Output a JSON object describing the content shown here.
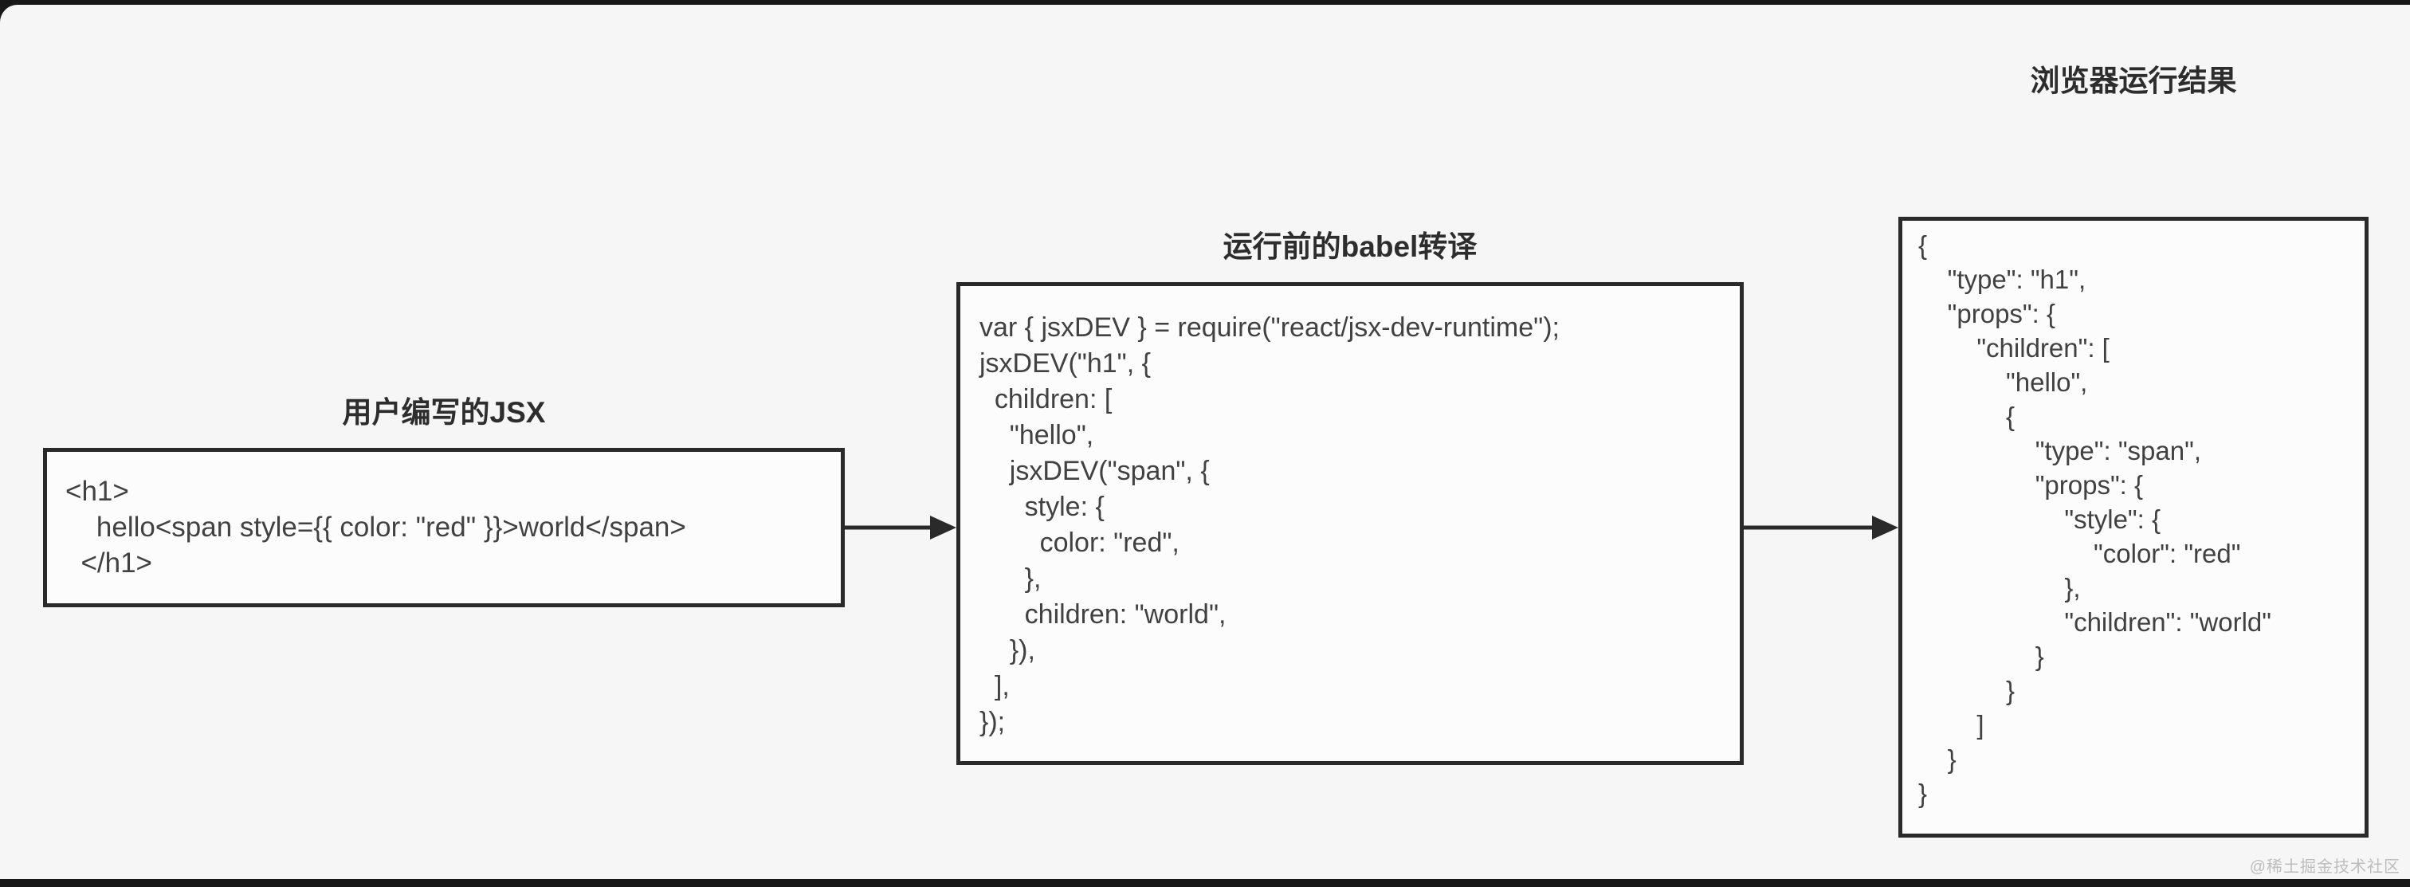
{
  "page": {
    "background_color": "#f6f6f6",
    "frame_bar_color": "#181818",
    "border_color": "#2a2a2a",
    "code_text_color": "#414141",
    "watermark": "@稀土掘金技术社区"
  },
  "panels": {
    "jsx": {
      "title": "用户编写的JSX",
      "code": "<h1>\n    hello<span style={{ color: \"red\" }}>world</span>\n  </h1>"
    },
    "babel": {
      "title": "运行前的babel转译",
      "code": "var { jsxDEV } = require(\"react/jsx-dev-runtime\");\njsxDEV(\"h1\", {\n  children: [\n    \"hello\",\n    jsxDEV(\"span\", {\n      style: {\n        color: \"red\",\n      },\n      children: \"world\",\n    }),\n  ],\n});"
    },
    "result": {
      "title": "浏览器运行结果",
      "code": "{\n    \"type\": \"h1\",\n    \"props\": {\n        \"children\": [\n            \"hello\",\n            {\n                \"type\": \"span\",\n                \"props\": {\n                    \"style\": {\n                        \"color\": \"red\"\n                    },\n                    \"children\": \"world\"\n                }\n            }\n        ]\n    }\n}"
    }
  }
}
